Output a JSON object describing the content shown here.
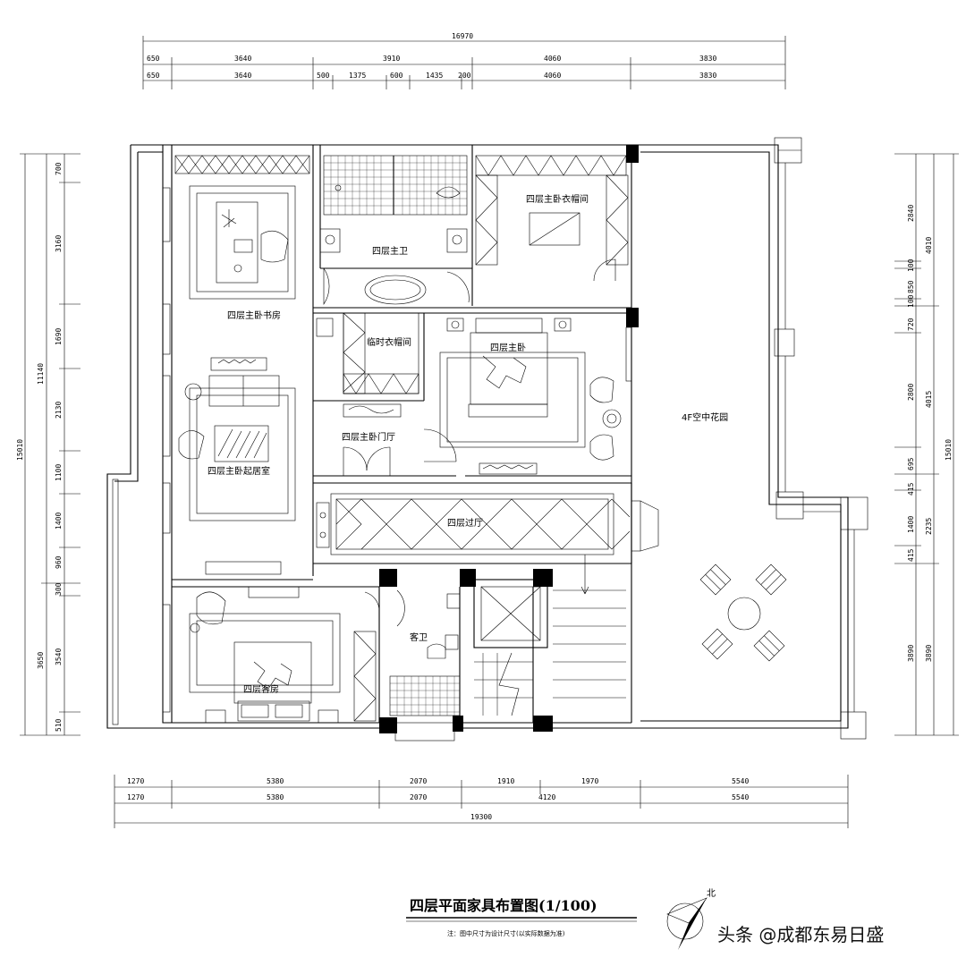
{
  "drawing": {
    "title": "四层平面家具布置图(1/100)",
    "note": "注：图中尺寸为设计尺寸(以实际数据为准)",
    "north_label": "北",
    "watermark": "头条 @成都东易日盛"
  },
  "rooms": {
    "study": "四层主卧书房",
    "master_bath": "四层主卫",
    "master_closet": "四层主卧衣帽间",
    "temp_closet": "临时衣帽间",
    "master_bedroom": "四层主卧",
    "living": "四层主卧起居室",
    "foyer": "四层主卧门厅",
    "corridor": "四层过厅",
    "guest_bath": "客卫",
    "guest_room": "四层客房",
    "sky_garden": "4F空中花园"
  },
  "dimensions": {
    "top_total": "16970",
    "top_row1": [
      "650",
      "3640",
      "3910",
      "4060",
      "3830"
    ],
    "top_row2": [
      "650",
      "3640",
      "500",
      "1375",
      "600",
      "1435",
      "200",
      "4060",
      "3830"
    ],
    "bottom_row1": [
      "1270",
      "5380",
      "2070",
      "1910",
      "1970",
      "5540"
    ],
    "bottom_row2": [
      "1270",
      "5380",
      "2070",
      "4120",
      "5540"
    ],
    "bottom_total": "19300",
    "left_total": "15010",
    "left_row1": [
      "700",
      "3160",
      "1690",
      "2130",
      "1100",
      "1400",
      "960",
      "300",
      "3540",
      "510"
    ],
    "left_mid": [
      "11140",
      "3650"
    ],
    "right_row1": [
      "2840",
      "100",
      "850",
      "100",
      "720",
      "2800",
      "695",
      "415",
      "1400",
      "415",
      "3890"
    ],
    "right_row2": [
      "4010",
      "4015",
      "2235",
      "3890"
    ],
    "right_total": "15010"
  }
}
